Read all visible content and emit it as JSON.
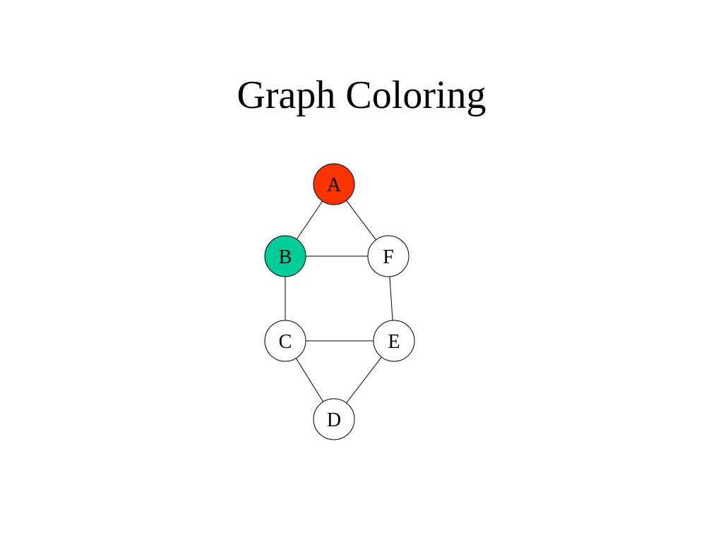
{
  "slide": {
    "title": "Graph Coloring"
  },
  "graph": {
    "nodes": [
      {
        "id": "A",
        "label": "A",
        "fill": "#ff3300"
      },
      {
        "id": "B",
        "label": "B",
        "fill": "#00cc99"
      },
      {
        "id": "F",
        "label": "F",
        "fill": "#ffffff"
      },
      {
        "id": "C",
        "label": "C",
        "fill": "#ffffff"
      },
      {
        "id": "E",
        "label": "E",
        "fill": "#ffffff"
      },
      {
        "id": "D",
        "label": "D",
        "fill": "#ffffff"
      }
    ],
    "edges": [
      {
        "from": "A",
        "to": "B"
      },
      {
        "from": "A",
        "to": "F"
      },
      {
        "from": "B",
        "to": "F"
      },
      {
        "from": "B",
        "to": "C"
      },
      {
        "from": "F",
        "to": "E"
      },
      {
        "from": "C",
        "to": "E"
      },
      {
        "from": "C",
        "to": "D"
      },
      {
        "from": "E",
        "to": "D"
      }
    ]
  }
}
